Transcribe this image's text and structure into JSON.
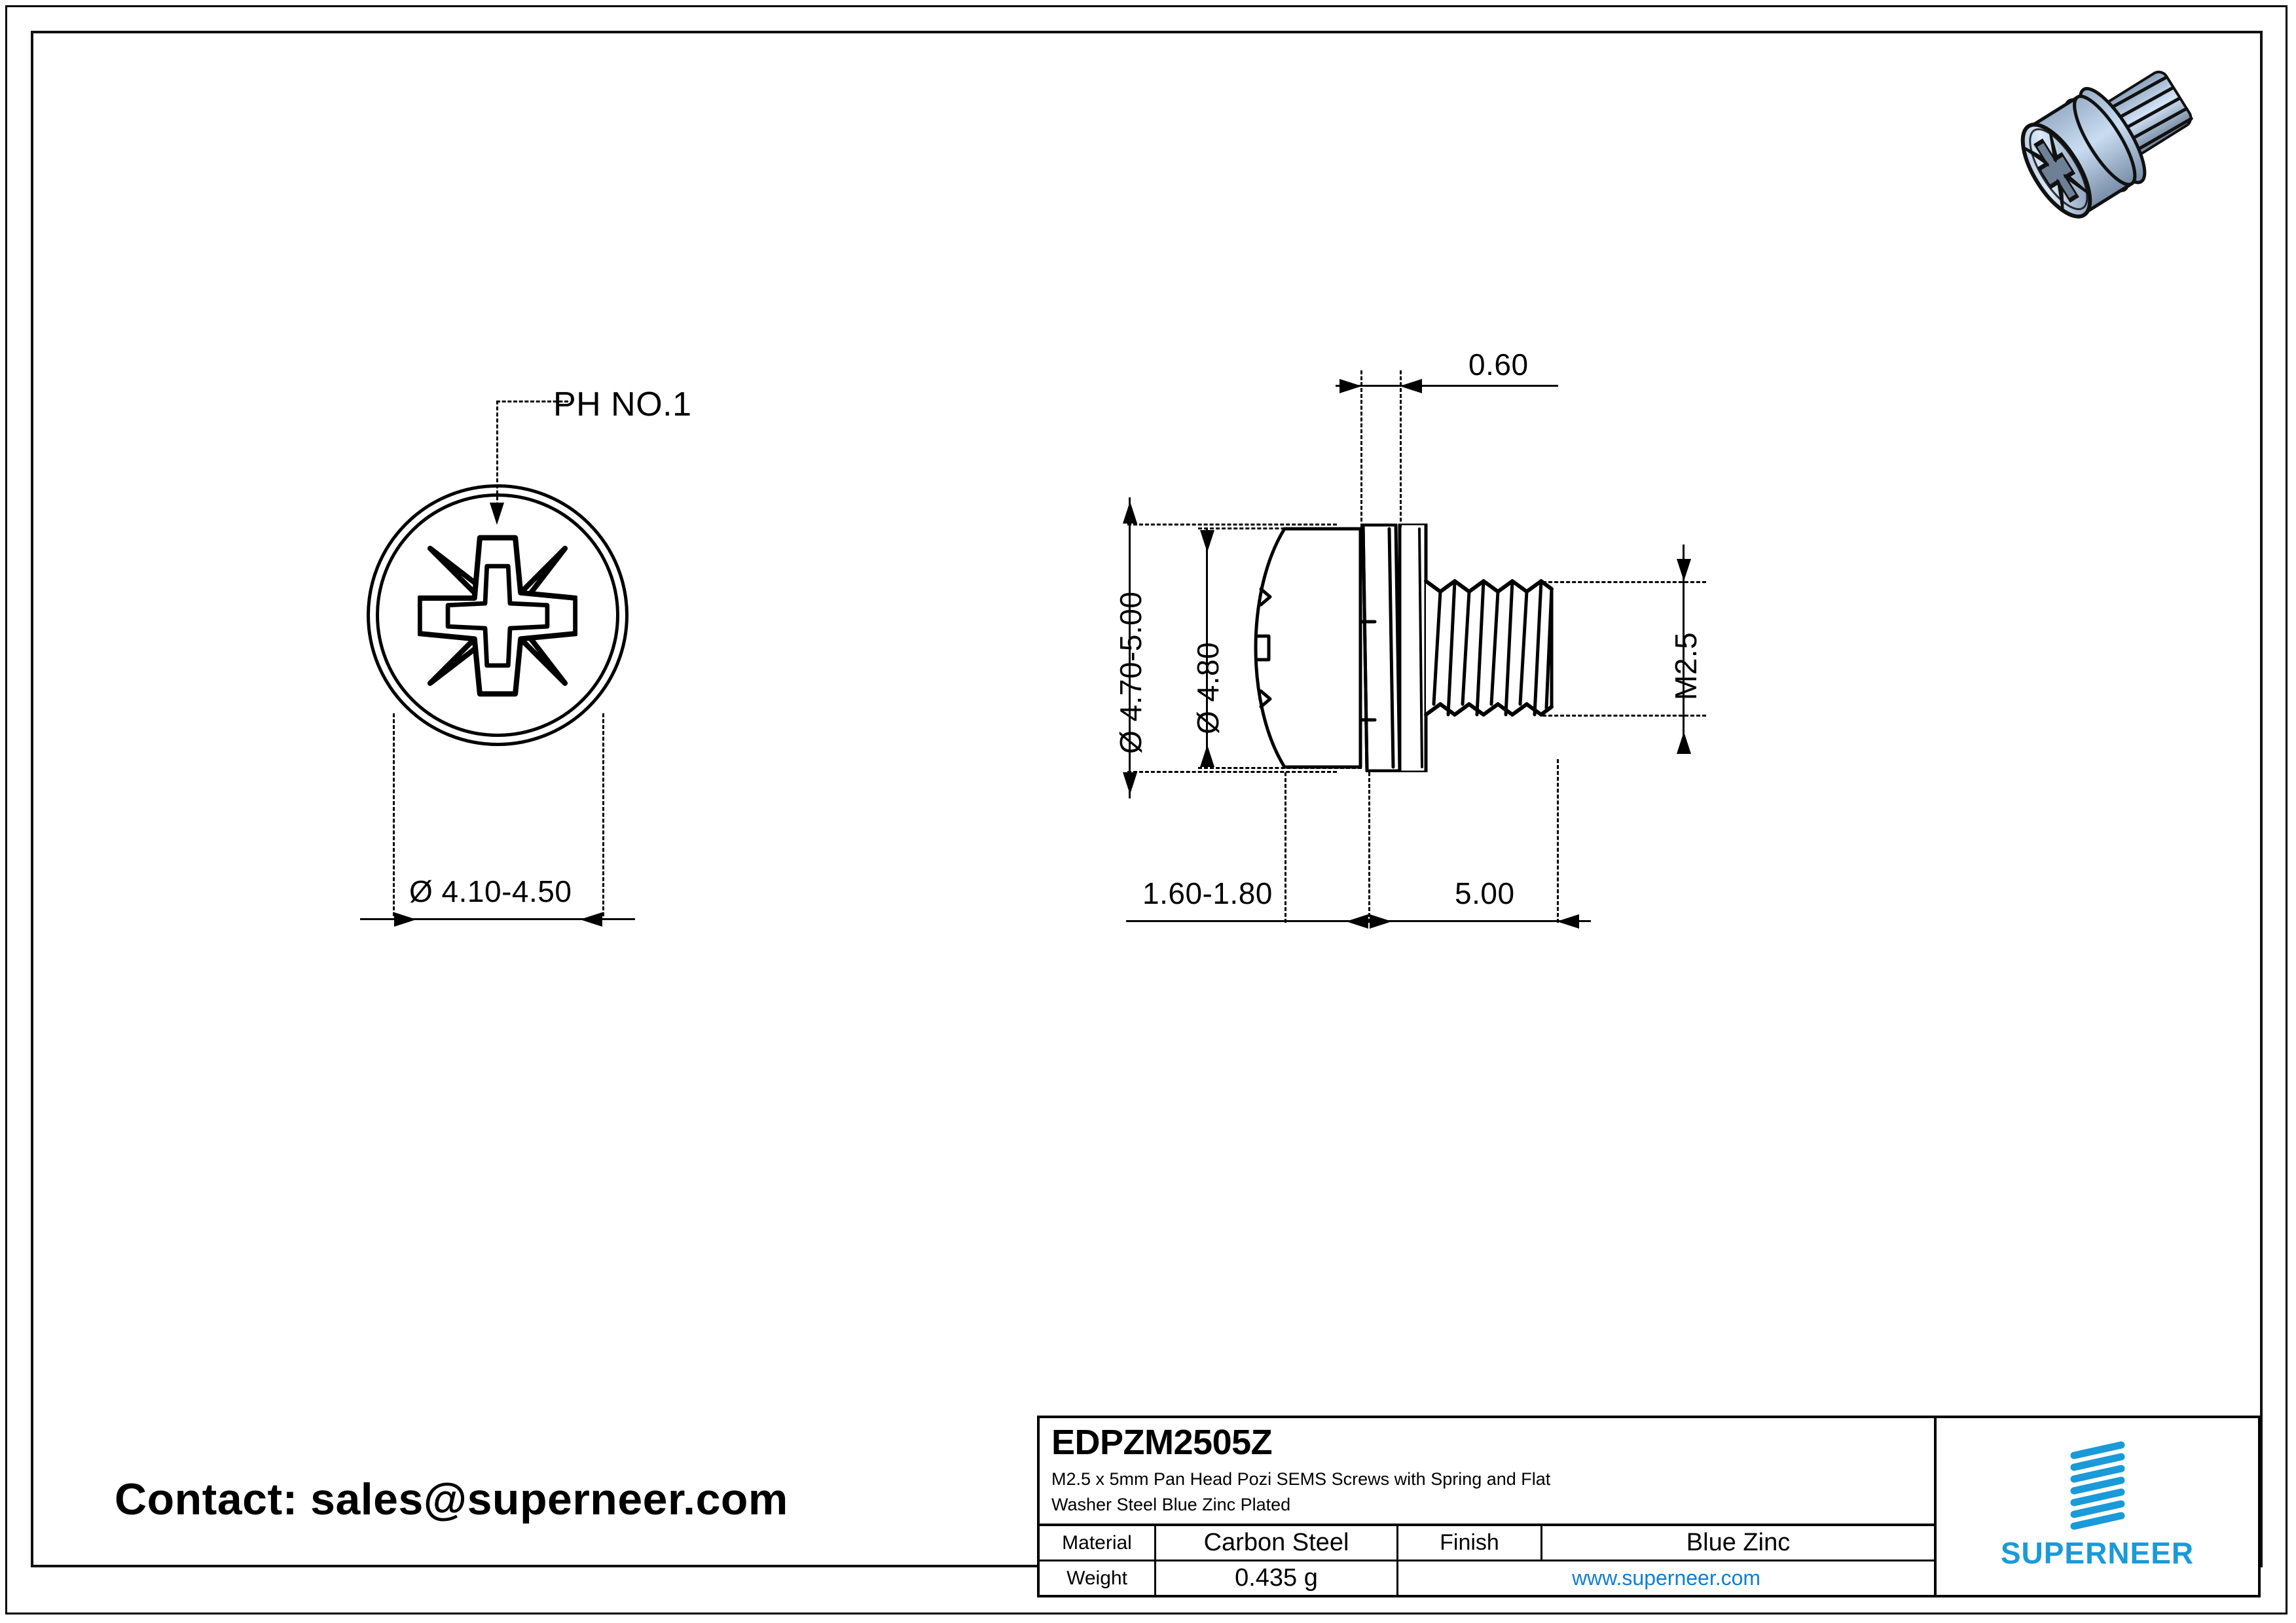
{
  "drawing": {
    "front_view": {
      "callout": "PH NO.1",
      "head_diameter": "Ø 4.10-4.50"
    },
    "side_view": {
      "washer_thickness": "0.60",
      "overall_head_diameter": "Ø 4.70-5.00",
      "head_diameter": "Ø 4.80",
      "thread_size": "M2.5",
      "head_height": "1.60-1.80",
      "thread_length": "5.00"
    }
  },
  "title_block": {
    "part_number": "EDPZM2505Z",
    "description_line1": "M2.5 x 5mm Pan Head Pozi SEMS Screws with Spring and Flat",
    "description_line2": "Washer Steel Blue Zinc Plated",
    "material_label": "Material",
    "material_value": "Carbon Steel",
    "finish_label": "Finish",
    "finish_value": "Blue Zinc",
    "weight_label": "Weight",
    "weight_value": "0.435 g",
    "website": "www.superneer.com",
    "brand_name": "SUPERNEER"
  },
  "contact": {
    "text": "Contact: sales@superneer.com"
  },
  "colors": {
    "brand_blue": "#1A9AD8",
    "link_blue": "#0F7FD4",
    "line": "#000000",
    "render_light": "#CFE0F5",
    "render_mid": "#8FA6C0",
    "render_dark": "#5E7083"
  }
}
